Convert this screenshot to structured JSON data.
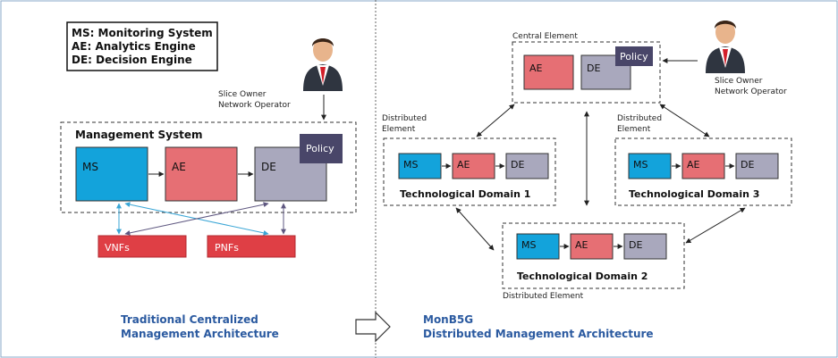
{
  "legend": {
    "lines": [
      "MS: Monitoring System",
      "AE: Analytics Engine",
      "DE: Decision Engine"
    ]
  },
  "left_panel": {
    "operator_line1": "Slice Owner",
    "operator_line2": "Network Operator",
    "management_title": "Management System",
    "ms": "MS",
    "ae": "AE",
    "de": "DE",
    "policy": "Policy",
    "vnfs": "VNFs",
    "pnfs": "PNFs",
    "caption_line1": "Traditional Centralized",
    "caption_line2": "Management Architecture"
  },
  "right_panel": {
    "central_label": "Central Element",
    "central_ae": "AE",
    "central_de": "DE",
    "central_policy": "Policy",
    "operator_line1": "Slice Owner",
    "operator_line2": "Network Operator",
    "distributed_left_line1": "Distributed",
    "distributed_left_line2": "Element",
    "distributed_right_line1": "Distributed",
    "distributed_right_line2": "Element",
    "distributed_bottom": "Distributed Element",
    "domains": [
      {
        "ms": "MS",
        "ae": "AE",
        "de": "DE",
        "title": "Technological Domain 1"
      },
      {
        "ms": "MS",
        "ae": "AE",
        "de": "DE",
        "title": "Technological Domain 3"
      },
      {
        "ms": "MS",
        "ae": "AE",
        "de": "DE",
        "title": "Technological Domain 2"
      }
    ],
    "caption_line1": "MonB5G",
    "caption_line2": "Distributed Management Architecture"
  },
  "colors": {
    "ms_blue": "#13a3db",
    "ae_red": "#e66f74",
    "de_gray": "#a9a8bd",
    "policy_navy": "#494669",
    "nf_red": "#df3f45",
    "caption_blue": "#2b5aa0",
    "cyan_arrow": "#3aa6d6",
    "purple_arrow": "#5e5780"
  }
}
